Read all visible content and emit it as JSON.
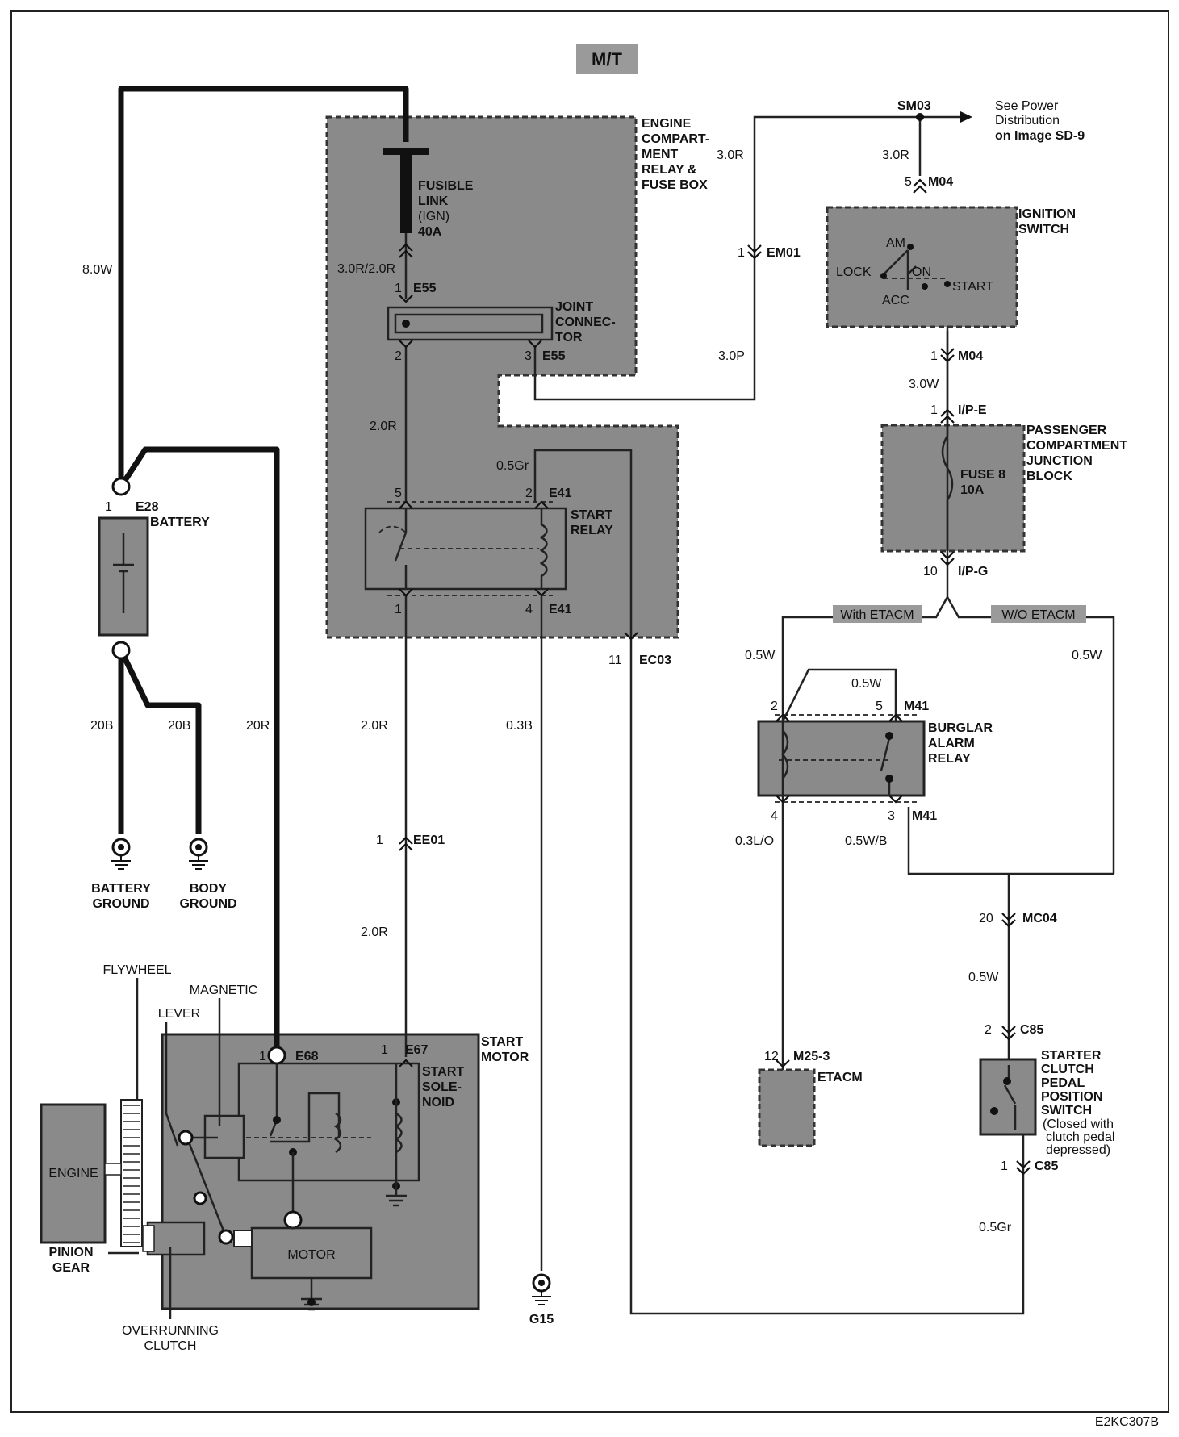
{
  "title": "M/T",
  "diagram_code": "E2KC307B",
  "see_note": {
    "line1": "See Power",
    "line2": "Distribution",
    "line3": "on Image SD-9"
  },
  "components": {
    "engine_box": [
      "ENGINE",
      "COMPART-",
      "MENT",
      "RELAY &",
      "FUSE BOX"
    ],
    "fusible_link": [
      "FUSIBLE",
      "LINK",
      "(IGN)",
      "40A"
    ],
    "joint_connector": [
      "JOINT",
      "CONNEC-",
      "TOR"
    ],
    "start_relay": [
      "START",
      "RELAY"
    ],
    "battery": "BATTERY",
    "battery_ground": [
      "BATTERY",
      "GROUND"
    ],
    "body_ground": [
      "BODY",
      "GROUND"
    ],
    "start_motor": [
      "START",
      "MOTOR"
    ],
    "start_solenoid": [
      "START",
      "SOLE-",
      "NOID"
    ],
    "motor": "MOTOR",
    "engine": "ENGINE",
    "flywheel": "FLYWHEEL",
    "magnetic": "MAGNETIC",
    "lever": "LEVER",
    "pinion_gear": [
      "PINION",
      "GEAR"
    ],
    "overrunning_clutch": [
      "OVERRUNNING",
      "CLUTCH"
    ],
    "g15": "G15",
    "ignition_switch": [
      "IGNITION",
      "SWITCH"
    ],
    "ign_positions": {
      "am": "AM",
      "lock": "LOCK",
      "on": "ON",
      "start": "START",
      "acc": "ACC"
    },
    "passenger_jb": [
      "PASSENGER",
      "COMPARTMENT",
      "JUNCTION",
      "BLOCK"
    ],
    "fuse8": [
      "FUSE 8",
      "10A"
    ],
    "with_etacm": "With ETACM",
    "wo_etacm": "W/O ETACM",
    "burglar_relay": [
      "BURGLAR",
      "ALARM",
      "RELAY"
    ],
    "etacm": "ETACM",
    "clutch_switch": [
      "STARTER",
      "CLUTCH",
      "PEDAL",
      "POSITION",
      "SWITCH"
    ],
    "clutch_switch_note": [
      "(Closed with",
      "clutch pedal",
      "depressed)"
    ]
  },
  "connectors": {
    "sm03": "SM03",
    "m04": "M04",
    "em01": "EM01",
    "e55": "E55",
    "e41": "E41",
    "e28": "E28",
    "ec03": "EC03",
    "ee01": "EE01",
    "e68": "E68",
    "e67": "E67",
    "ip_e": "I/P-E",
    "ip_g": "I/P-G",
    "m41": "M41",
    "mc04": "MC04",
    "m25_3": "M25-3",
    "c85": "C85"
  },
  "pins": {
    "p1": "1",
    "p2": "2",
    "p3": "3",
    "p4": "4",
    "p5": "5",
    "p10": "10",
    "p11": "11",
    "p12": "12",
    "p20": "20"
  },
  "wires": {
    "w80W": "8.0W",
    "w30R20R": "3.0R/2.0R",
    "w20R_relay": "2.0R",
    "w05Gr": "0.5Gr",
    "w30R_a": "3.0R",
    "w30R_b": "3.0R",
    "w30P": "3.0P",
    "w30W": "3.0W",
    "w20B_a": "20B",
    "w20B_b": "20B",
    "w20R_bat": "20R",
    "w20R_mid": "2.0R",
    "w20R_low": "2.0R",
    "w03B": "0.3B",
    "w05W_left": "0.5W",
    "w05W_right": "0.5W",
    "w05W_relay": "0.5W",
    "w03LO": "0.3L/O",
    "w05WB": "0.5W/B",
    "w05W_mc04": "0.5W",
    "w05Gr_c85": "0.5Gr"
  },
  "colors": {
    "component_fill": "#8a8a8a",
    "title_bg": "#9a9a9a",
    "wire": "#222222"
  }
}
